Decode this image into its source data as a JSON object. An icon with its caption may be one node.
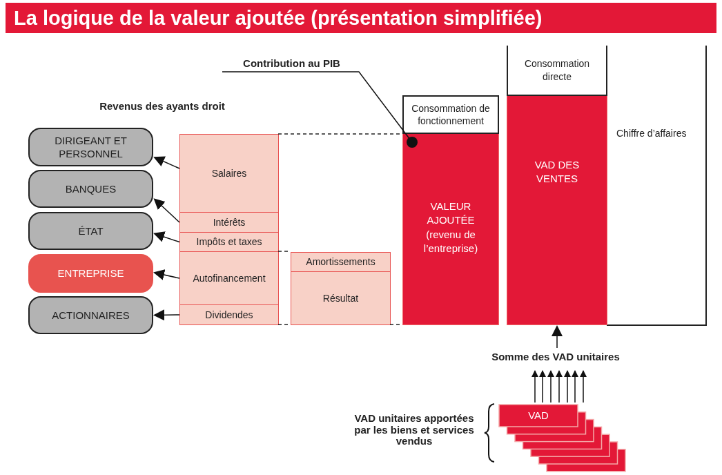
{
  "diagram": {
    "title": "La logique de la valeur ajoutée (présentation simplifiée)",
    "nodes": [
      {
        "text": [
          "DIRIGEANT ET PERSONNEL"
        ]
      },
      {
        "text": [
          "BANQUES"
        ]
      },
      {
        "text": [
          "ÉTAT"
        ]
      },
      {
        "text": [
          "ENTREPRISE"
        ]
      },
      {
        "text": [
          "ACTIONNAIRES"
        ]
      },
      {
        "text": [
          "Salaires"
        ]
      },
      {
        "text": [
          "Intérêts"
        ]
      },
      {
        "text": [
          "Impôts et taxes"
        ]
      },
      {
        "text": [
          "Autofinancement"
        ]
      },
      {
        "text": [
          "Dividendes"
        ]
      },
      {
        "text": [
          "Amortissements"
        ]
      },
      {
        "text": [
          "Résultat"
        ]
      },
      {
        "text": [
          "Consommation de fonctionnement"
        ]
      },
      {
        "text": [
          "VALEUR AJOUTÉE",
          "(revenu de l’entreprise)"
        ]
      },
      {
        "text": [
          "Consommation directe"
        ]
      },
      {
        "text": [
          "VAD DES VENTES"
        ]
      },
      {
        "text": [
          "Chiffre d’affaires"
        ]
      },
      {
        "text": [
          "Contribution au PIB"
        ]
      },
      {
        "text": [
          "Somme des VAD unitaires"
        ]
      },
      {
        "text": [
          "VAD"
        ]
      }
    ],
    "edges": [
      {
        "from": 5,
        "to": 0,
        "arrow": "to"
      },
      {
        "from": 6,
        "to": 1,
        "arrow": "to"
      },
      {
        "from": 7,
        "to": 2,
        "arrow": "to"
      },
      {
        "from": 8,
        "to": 3,
        "arrow": "to"
      },
      {
        "from": 9,
        "to": 4,
        "arrow": "to"
      },
      {
        "from": 17,
        "to": 13,
        "arrow": "other"
      },
      {
        "from": 18,
        "to": 15,
        "arrow": "to"
      },
      {
        "from": 19,
        "to": 18,
        "arrow": "to"
      },
      {
        "from": 19,
        "to": 18,
        "arrow": "to"
      },
      {
        "from": 19,
        "to": 18,
        "arrow": "to"
      },
      {
        "from": 19,
        "to": 18,
        "arrow": "to"
      },
      {
        "from": 19,
        "to": 18,
        "arrow": "to"
      },
      {
        "from": 19,
        "to": 18,
        "arrow": "to"
      },
      {
        "from": 19,
        "to": 18,
        "arrow": "to"
      }
    ],
    "labels": [
      "Revenus des ayants droit",
      "VAD unitaires apportées par les biens et services vendus"
    ]
  }
}
